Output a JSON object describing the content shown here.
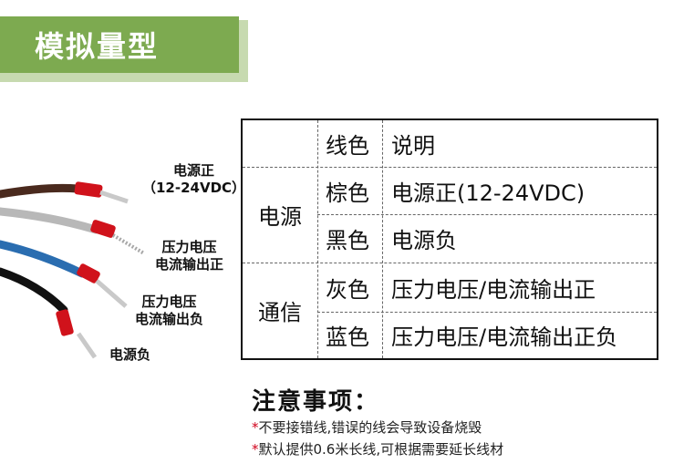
{
  "header": {
    "title": "模拟量型"
  },
  "wires": [
    {
      "label_lines": [
        "电源正",
        "（12-24VDC）"
      ],
      "color": "#4a2a1e"
    },
    {
      "label_lines": [
        "压力电压",
        "电流输出正"
      ],
      "color": "#b8b8b8"
    },
    {
      "label_lines": [
        "压力电压",
        "电流输出负"
      ],
      "color": "#2a6db0"
    },
    {
      "label_lines": [
        "电源负"
      ],
      "color": "#111111"
    }
  ],
  "table": {
    "header": {
      "color": "线色",
      "desc": "说明"
    },
    "groups": [
      {
        "name": "电源",
        "rows": [
          {
            "color": "棕色",
            "desc": "电源正(12-24VDC)"
          },
          {
            "color": "黑色",
            "desc": "电源负"
          }
        ]
      },
      {
        "name": "通信",
        "rows": [
          {
            "color": "灰色",
            "desc": "压力电压/电流输出正"
          },
          {
            "color": "蓝色",
            "desc": "压力电压/电流输出正负"
          }
        ]
      }
    ]
  },
  "notes": {
    "title": "注意事项：",
    "items": [
      {
        "star": "*",
        "text": "不要接错线,错误的线会导致设备烧毁"
      },
      {
        "star": "*",
        "text": "默认提供0.6米长线,可根据需要延长线材"
      }
    ]
  },
  "colors": {
    "header_green": "#7daa50",
    "header_shadow": "#c7dab0",
    "note_star": "#d0021b",
    "ferrule_red": "#d0121b"
  }
}
